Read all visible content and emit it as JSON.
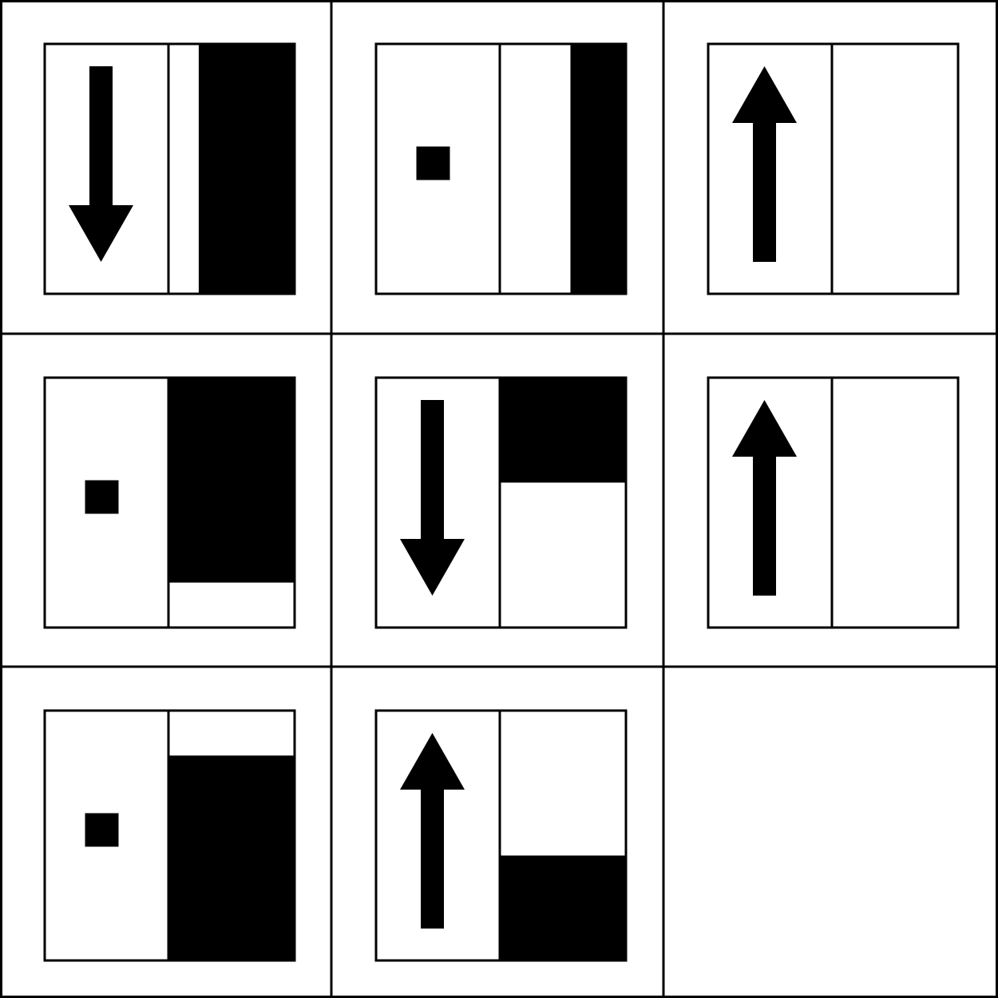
{
  "colors": {
    "ink": "#000000",
    "paper": "#ffffff"
  },
  "grid": {
    "rows": 3,
    "cols": 3
  },
  "cells": [
    {
      "index": 0,
      "symbol": "arrow-down",
      "fill": {
        "orientation": "vertical",
        "from": "right",
        "fraction": 0.76
      }
    },
    {
      "index": 1,
      "symbol": "square",
      "fill": {
        "orientation": "vertical",
        "from": "right",
        "fraction": 0.44
      }
    },
    {
      "index": 2,
      "symbol": "arrow-up",
      "fill": {
        "orientation": "none",
        "from": "none",
        "fraction": 0
      }
    },
    {
      "index": 3,
      "symbol": "square",
      "fill": {
        "orientation": "horizontal",
        "from": "top",
        "fraction": 0.82
      }
    },
    {
      "index": 4,
      "symbol": "arrow-down",
      "fill": {
        "orientation": "horizontal",
        "from": "top",
        "fraction": 0.42
      }
    },
    {
      "index": 5,
      "symbol": "arrow-up",
      "fill": {
        "orientation": "none",
        "from": "none",
        "fraction": 0
      }
    },
    {
      "index": 6,
      "symbol": "square",
      "fill": {
        "orientation": "horizontal",
        "from": "bottom",
        "fraction": 0.82
      }
    },
    {
      "index": 7,
      "symbol": "arrow-up",
      "fill": {
        "orientation": "horizontal",
        "from": "bottom",
        "fraction": 0.42
      }
    },
    {
      "index": 8,
      "symbol": "blank",
      "fill": {
        "orientation": "none",
        "from": "none",
        "fraction": 0
      }
    }
  ]
}
